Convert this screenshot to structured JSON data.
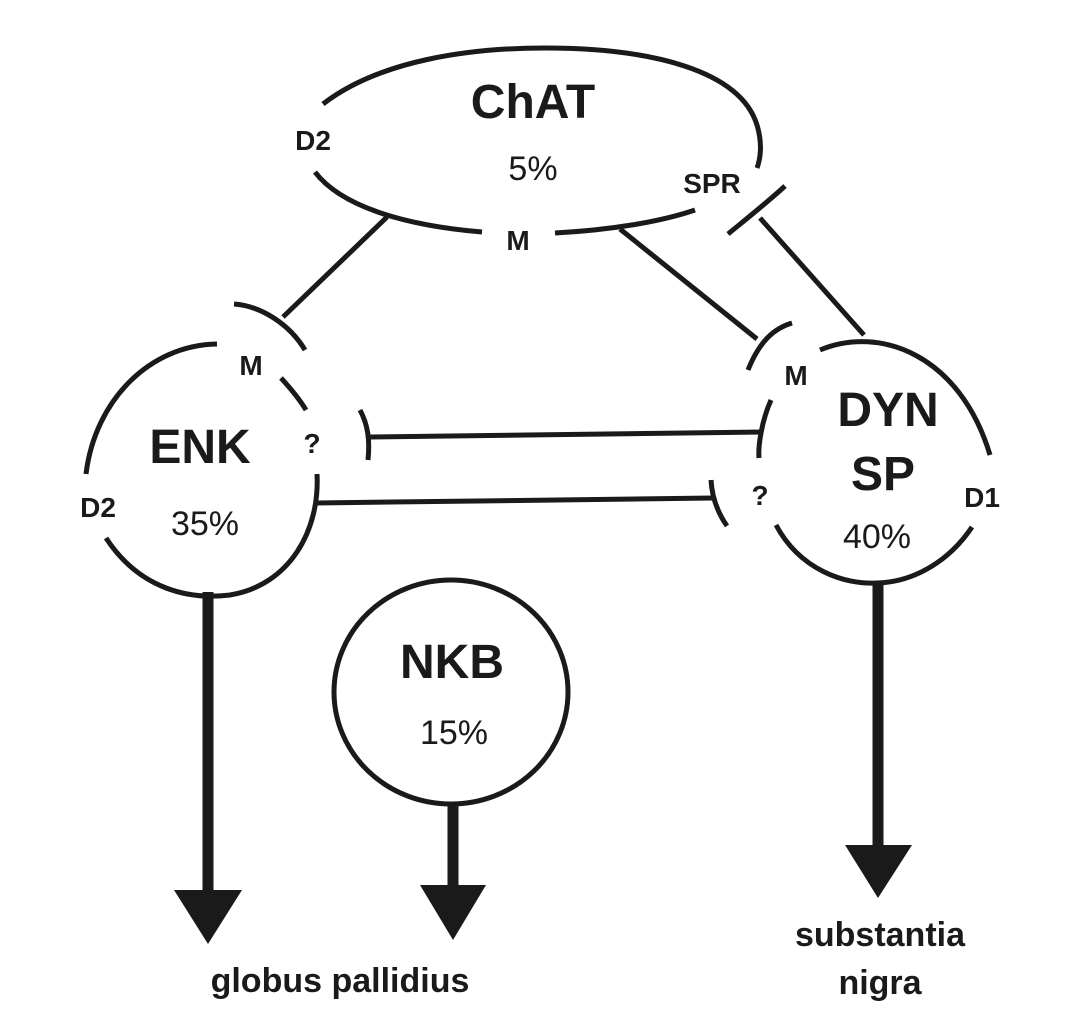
{
  "diagram": {
    "nodes": {
      "chat": {
        "name": "ChAT",
        "percent": "5%",
        "receptors": {
          "left": "D2",
          "bottom": "M",
          "right": "SPR"
        }
      },
      "enk": {
        "name": "ENK",
        "percent": "35%",
        "receptors": {
          "top": "M",
          "right": "?",
          "left": "D2"
        }
      },
      "dyn": {
        "name_line1": "DYN",
        "name_line2": "SP",
        "percent": "40%",
        "receptors": {
          "top": "M",
          "left": "?",
          "right": "D1"
        }
      },
      "nkb": {
        "name": "NKB",
        "percent": "15%"
      }
    },
    "targets": {
      "globus": "globus pallidius",
      "substantia_line1": "substantia",
      "substantia_line2": "nigra"
    },
    "connections": [
      {
        "from": "chat",
        "to": "enk",
        "receptor": "M"
      },
      {
        "from": "chat",
        "to": "dyn",
        "receptor": "M"
      },
      {
        "from": "dyn",
        "to": "chat",
        "receptor": "SPR"
      },
      {
        "from": "dyn",
        "to": "enk",
        "receptor": "?"
      },
      {
        "from": "enk",
        "to": "dyn",
        "receptor": "?"
      },
      {
        "from": "enk",
        "to": "globus pallidius",
        "type": "projection"
      },
      {
        "from": "nkb",
        "to": "globus pallidius",
        "type": "projection"
      },
      {
        "from": "dyn",
        "to": "substantia nigra",
        "type": "projection"
      }
    ]
  }
}
